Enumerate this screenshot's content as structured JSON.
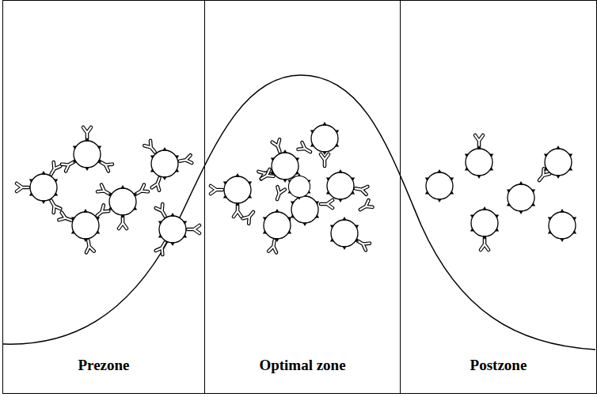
{
  "diagram": {
    "nodes": [
      {
        "text": [
          "Prezone"
        ]
      },
      {
        "text": [
          "Optimal zone"
        ]
      },
      {
        "text": [
          "Postzone"
        ]
      }
    ]
  }
}
